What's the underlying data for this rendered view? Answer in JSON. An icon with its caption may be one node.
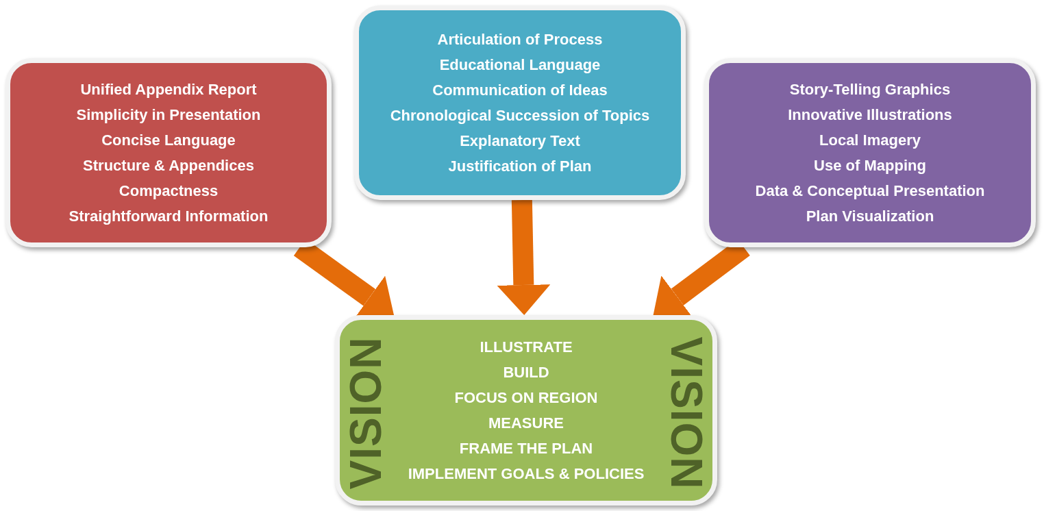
{
  "diagram": {
    "nodes": [
      {
        "text": [
          "Unified Appendix Report",
          "Simplicity in Presentation",
          "Concise Language",
          "Structure & Appendices",
          "Compactness",
          "Straightforward Information"
        ]
      },
      {
        "text": [
          "Articulation of Process",
          "Educational Language",
          "Communication of Ideas",
          "Chronological Succession of Topics",
          "Explanatory Text",
          "Justification of Plan"
        ]
      },
      {
        "text": [
          "Story-Telling Graphics",
          "Innovative Illustrations",
          "Local Imagery",
          "Use of Mapping",
          "Data & Conceptual Presentation",
          "Plan Visualization"
        ]
      },
      {
        "text": [
          "VISION",
          "ILLUSTRATE",
          "BUILD",
          "FOCUS ON REGION",
          "MEASURE",
          "FRAME THE PLAN",
          "IMPLEMENT GOALS & POLICIES",
          "VISION"
        ]
      }
    ],
    "edges": [
      {
        "from": 0,
        "to": 3,
        "arrow": "to"
      },
      {
        "from": 1,
        "to": 3,
        "arrow": "to"
      },
      {
        "from": 2,
        "to": 3,
        "arrow": "to"
      }
    ]
  }
}
